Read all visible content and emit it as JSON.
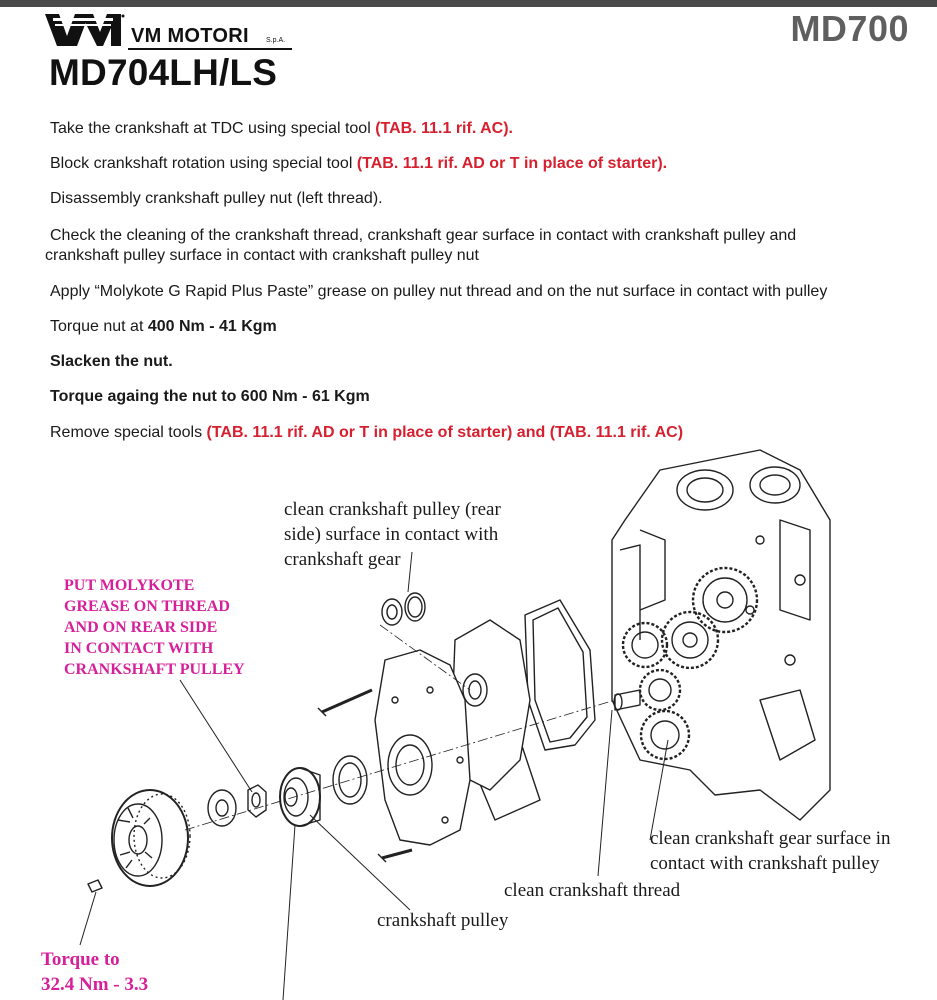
{
  "header": {
    "brand": "VM MOTORI",
    "brand_suffix": "S.p.A.",
    "series": "MD700",
    "model": "MD704LH/LS"
  },
  "steps": [
    {
      "text": "Take the crankshaft at TDC using special tool ",
      "ref": "(TAB. 11.1 rif. AC)."
    },
    {
      "text": "Block crankshaft rotation using special tool ",
      "ref": "(TAB. 11.1 rif. AD or T in place of starter)."
    },
    {
      "text": "Disassembly crankshaft pulley nut (left thread)."
    },
    {
      "line1": "Check the cleaning of the crankshaft thread, crankshaft gear surface in contact with crankshaft pulley and",
      "line2": "crankshaft pulley surface in contact with crankshaft pulley nut"
    },
    {
      "text": "Apply “Molykote G Rapid Plus Paste” grease on pulley nut thread and on the nut surface in contact with pulley"
    },
    {
      "text": "Torque nut at ",
      "bold": "400 Nm - 41 Kgm"
    },
    {
      "bold": "Slacken the nut."
    },
    {
      "bold": "Torque againg the nut to 600 Nm - 61 Kgm"
    },
    {
      "text": "Remove special tools ",
      "ref": "(TAB. 11.1 rif. AD or T in place of starter) and (TAB. 11.1 rif. AC)"
    }
  ],
  "diagram": {
    "labels": {
      "rear_side": [
        "clean crankshaft pulley (rear",
        "side) surface in contact with",
        "crankshaft gear"
      ],
      "molykote": [
        "PUT MOLYKOTE",
        "GREASE ON THREAD",
        "AND ON REAR SIDE",
        "IN CONTACT WITH",
        "CRANKSHAFT PULLEY"
      ],
      "gear_surface": [
        "clean crankshaft gear surface in",
        "contact with crankshaft pulley"
      ],
      "thread": "clean crankshaft thread",
      "pulley": "crankshaft pulley",
      "torque": [
        "Torque to",
        "32.4 Nm - 3.3"
      ]
    }
  },
  "colors": {
    "reference_red": "#d6202f",
    "annotation_magenta": "#d6209a",
    "series_gray": "#5f5f5f"
  }
}
